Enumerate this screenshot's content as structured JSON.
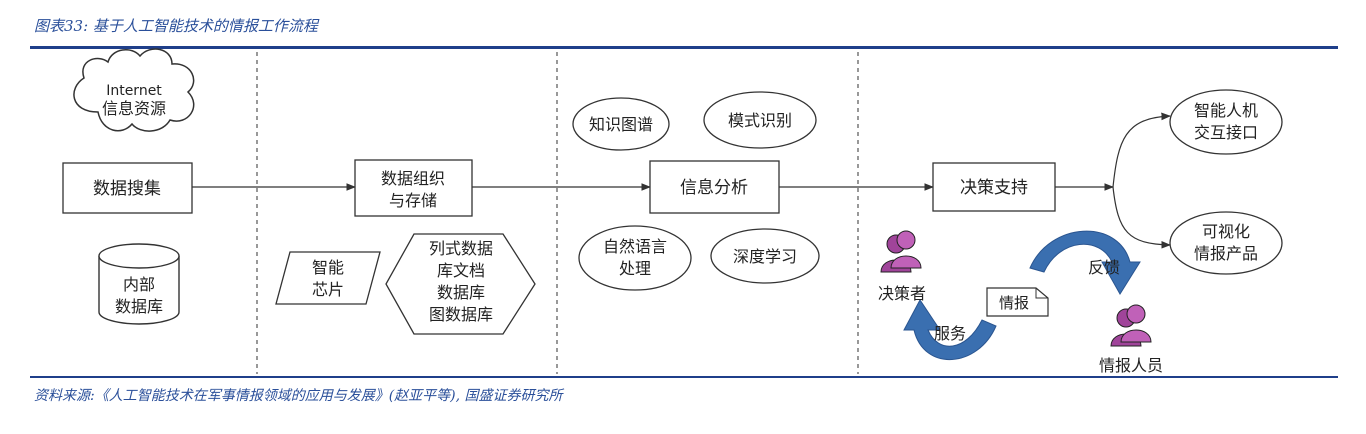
{
  "caption": {
    "title": "图表33: 基于人工智能技术的情报工作流程"
  },
  "source": {
    "text": "资料来源:《人工智能技术在军事情报领域的应用与发展》(赵亚平等), 国盛证券研究所"
  },
  "col1": {
    "internet_cloud": [
      "Internet",
      "信息资源"
    ],
    "collect_box": "数据搜集",
    "internal_db": [
      "内部",
      "数据库"
    ]
  },
  "col2": {
    "org_box": [
      "数据组织",
      "与存储"
    ],
    "chip": [
      "智能",
      "芯片"
    ],
    "db_hex": [
      "列式数据",
      "库文档",
      "数据库",
      "图数据库"
    ]
  },
  "col3": {
    "kg": "知识图谱",
    "pattern": "模式识别",
    "analysis_box": "信息分析",
    "nlp": [
      "自然语言",
      "处理"
    ],
    "dl": "深度学习"
  },
  "col4": {
    "decision_box": "决策支持",
    "hci": [
      "智能人机",
      "交互接口"
    ],
    "visual": [
      "可视化",
      "情报产品"
    ],
    "decision_maker": "决策者",
    "intel_doc": "情报",
    "feedback": "反馈",
    "service": "服务",
    "intel_staff": "情报人员"
  },
  "colors": {
    "accent": "#1f3f8a",
    "curve": "#3a6fb0",
    "person": "#a0449a"
  }
}
